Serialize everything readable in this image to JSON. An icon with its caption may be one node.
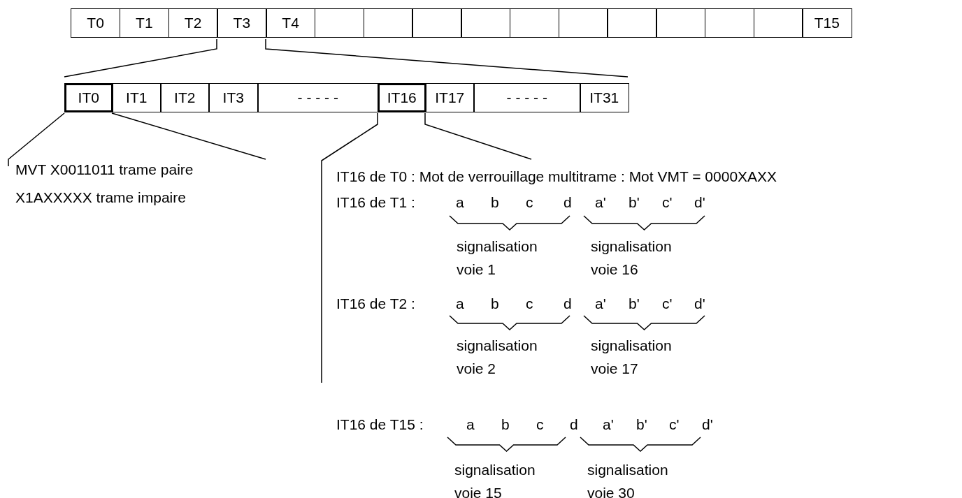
{
  "diagram": {
    "nodes": [
      {
        "text": [
          "T0"
        ]
      },
      {
        "text": [
          "T1"
        ]
      },
      {
        "text": [
          "T2"
        ]
      },
      {
        "text": [
          "T3"
        ]
      },
      {
        "text": [
          "T4"
        ]
      },
      {
        "text": [],
        "shape": "box"
      },
      {
        "text": [],
        "shape": "box"
      },
      {
        "text": [],
        "shape": "box"
      },
      {
        "text": [],
        "shape": "box"
      },
      {
        "text": [],
        "shape": "box"
      },
      {
        "text": [],
        "shape": "box"
      },
      {
        "text": [],
        "shape": "box"
      },
      {
        "text": [],
        "shape": "box"
      },
      {
        "text": [],
        "shape": "box"
      },
      {
        "text": [],
        "shape": "box"
      },
      {
        "text": [
          "T15"
        ]
      },
      {
        "text": [
          "IT0"
        ]
      },
      {
        "text": [
          "IT1"
        ]
      },
      {
        "text": [
          "IT2"
        ]
      },
      {
        "text": [
          "IT3"
        ]
      },
      {
        "text": [
          "- - - - -"
        ]
      },
      {
        "text": [
          "IT16"
        ]
      },
      {
        "text": [
          "IT17"
        ]
      },
      {
        "text": [
          "- - - - -"
        ]
      },
      {
        "text": [
          "IT31"
        ]
      }
    ],
    "labels": [
      "MVT X0011011 trame paire",
      "X1AXXXXX trame impaire",
      "IT16 de T0 : Mot de verrouillage multitrame : Mot VMT = 0000XAXX",
      "IT16 de T1 :",
      "a",
      "b",
      "c",
      "d",
      "a'",
      "b'",
      "c'",
      "d'",
      "signalisation voie 1",
      "signalisation voie 16",
      "IT16 de T2 :",
      "a",
      "b",
      "c",
      "d",
      "a'",
      "b'",
      "c'",
      "d'",
      "signalisation voie 2",
      "signalisation voie 17",
      "IT16 de T15 :",
      "a",
      "b",
      "c",
      "d",
      "a'",
      "b'",
      "c'",
      "d'",
      "signalisation voie 15",
      "signalisation voie 30"
    ]
  }
}
